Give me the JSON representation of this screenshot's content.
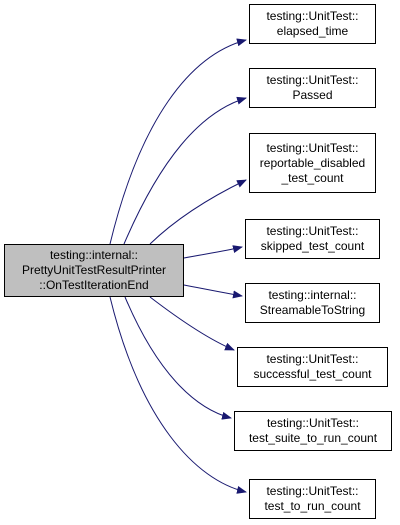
{
  "graph": {
    "root": {
      "lines": [
        "testing::internal::",
        "PrettyUnitTestResultPrinter",
        "::OnTestIterationEnd"
      ]
    },
    "callees": [
      {
        "lines": [
          "testing::UnitTest::",
          "elapsed_time"
        ]
      },
      {
        "lines": [
          "testing::UnitTest::",
          "Passed"
        ]
      },
      {
        "lines": [
          "testing::UnitTest::",
          "reportable_disabled",
          "_test_count"
        ]
      },
      {
        "lines": [
          "testing::UnitTest::",
          "skipped_test_count"
        ]
      },
      {
        "lines": [
          "testing::internal::",
          "StreamableToString"
        ]
      },
      {
        "lines": [
          "testing::UnitTest::",
          "successful_test_count"
        ]
      },
      {
        "lines": [
          "testing::UnitTest::",
          "test_suite_to_run_count"
        ]
      },
      {
        "lines": [
          "testing::UnitTest::",
          "test_to_run_count"
        ]
      }
    ],
    "colors": {
      "root_fill": "#bfbfbf",
      "node_fill": "#ffffff",
      "edge": "#191970",
      "border": "#000000"
    }
  }
}
